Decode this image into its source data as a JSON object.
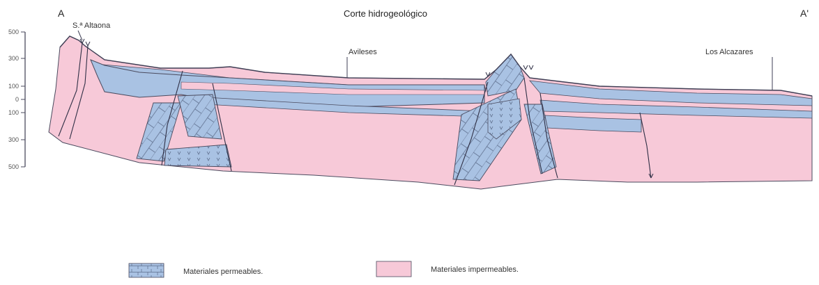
{
  "title": "Corte hidrogeológico",
  "corner_left": "A",
  "corner_right": "A'",
  "places": [
    {
      "name": "S.ª Altaona"
    },
    {
      "name": "Avileses"
    },
    {
      "name": "Los Alcazares"
    }
  ],
  "depth_scale": {
    "ticks": [
      "500",
      "300",
      "100",
      "0",
      "100",
      "300",
      "500"
    ]
  },
  "legend": {
    "permeable": "Materiales permeables.",
    "impermeable": "Materiales impermeables."
  },
  "colors": {
    "impermeable": "#f7c9d8",
    "permeable": "#a9c2e3",
    "line": "#4a4a5e",
    "pattern_line": "#5d6d8c"
  }
}
